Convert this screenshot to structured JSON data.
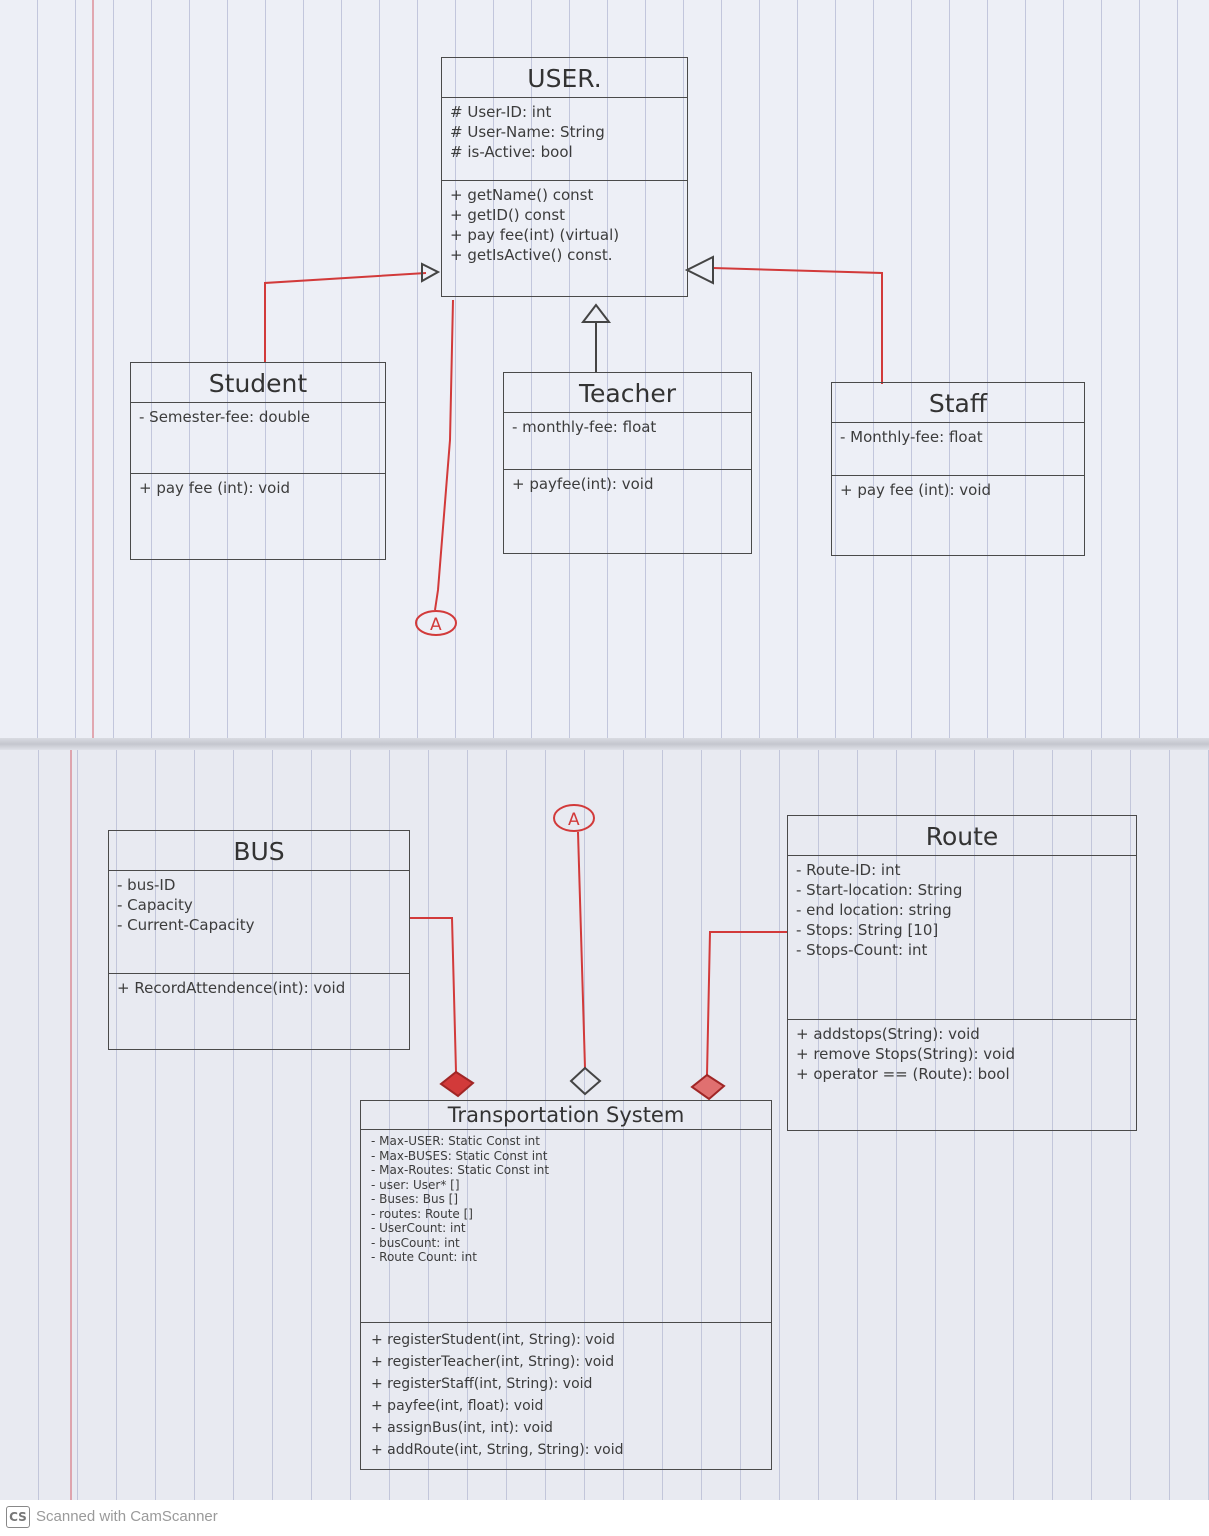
{
  "classes": {
    "user": {
      "name": "USER.",
      "attributes": [
        "# User-ID: int",
        "# User-Name: String",
        "# is-Active: bool"
      ],
      "methods": [
        "+ getName() const",
        "+ getID() const",
        "+ pay fee(int) (virtual)",
        "+ getIsActive() const."
      ]
    },
    "student": {
      "name": "Student",
      "attributes": [
        "- Semester-fee: double"
      ],
      "methods": [
        "+ pay fee (int): void"
      ]
    },
    "teacher": {
      "name": "Teacher",
      "attributes": [
        "- monthly-fee: float"
      ],
      "methods": [
        "+ payfee(int): void"
      ]
    },
    "staff": {
      "name": "Staff",
      "attributes": [
        "- Monthly-fee: float"
      ],
      "methods": [
        "+ pay fee (int): void"
      ]
    },
    "bus": {
      "name": "BUS",
      "attributes": [
        "- bus-ID",
        "- Capacity",
        "- Current-Capacity"
      ],
      "methods": [
        "+ RecordAttendence(int): void"
      ]
    },
    "route": {
      "name": "Route",
      "attributes": [
        "- Route-ID: int",
        "- Start-location: String",
        "- end location: string",
        "- Stops: String [10]",
        "- Stops-Count: int"
      ],
      "methods": [
        "+ addstops(String): void",
        "+ remove Stops(String): void",
        "+ operator == (Route): bool"
      ]
    },
    "transportation_system": {
      "name": "Transportation System",
      "attributes": [
        "- Max-USER: Static Const int",
        "- Max-BUSES: Static Const int",
        "- Max-Routes: Static Const int",
        "- user: User* []",
        "- Buses: Bus []",
        "- routes: Route []",
        "- UserCount: int",
        "- busCount: int",
        "- Route Count: int"
      ],
      "methods": [
        "+ registerStudent(int, String): void",
        "+ registerTeacher(int, String): void",
        "+ registerStaff(int, String): void",
        "+ payfee(int, float): void",
        "+ assignBus(int, int): void",
        "+ addRoute(int, String, String): void"
      ]
    }
  },
  "connectors": {
    "top_off_page": "A",
    "bottom_off_page": "A"
  },
  "colors": {
    "relationship_line": "#d23a3a",
    "pencil": "#444444"
  },
  "footer": {
    "logo": "CS",
    "text": "Scanned with CamScanner"
  }
}
